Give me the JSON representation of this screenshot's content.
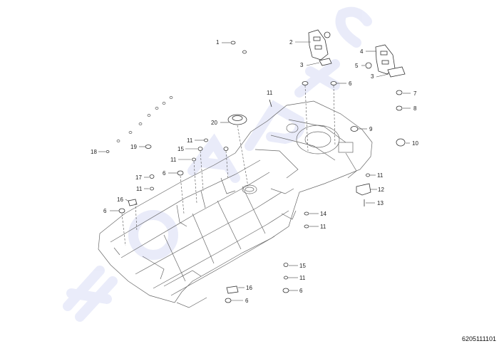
{
  "diagram": {
    "part_code": "6205111101",
    "watermark_icon": "brand-watermark-logo",
    "callouts": [
      {
        "id": "c1",
        "label": "1"
      },
      {
        "id": "c2",
        "label": "2"
      },
      {
        "id": "c3a",
        "label": "3"
      },
      {
        "id": "c4",
        "label": "4"
      },
      {
        "id": "c5",
        "label": "5"
      },
      {
        "id": "c3b",
        "label": "3"
      },
      {
        "id": "c6a",
        "label": "6"
      },
      {
        "id": "c7",
        "label": "7"
      },
      {
        "id": "c8",
        "label": "8"
      },
      {
        "id": "c11a",
        "label": "11"
      },
      {
        "id": "c9",
        "label": "9"
      },
      {
        "id": "c20",
        "label": "20"
      },
      {
        "id": "c10",
        "label": "10"
      },
      {
        "id": "c11b",
        "label": "11"
      },
      {
        "id": "c15a",
        "label": "15"
      },
      {
        "id": "c19",
        "label": "19"
      },
      {
        "id": "c18",
        "label": "18"
      },
      {
        "id": "c11c",
        "label": "11"
      },
      {
        "id": "c6b",
        "label": "6"
      },
      {
        "id": "c17",
        "label": "17"
      },
      {
        "id": "c11d",
        "label": "11"
      },
      {
        "id": "c12",
        "label": "12"
      },
      {
        "id": "c16a",
        "label": "16"
      },
      {
        "id": "c13",
        "label": "13"
      },
      {
        "id": "c6c",
        "label": "6"
      },
      {
        "id": "c14",
        "label": "14"
      },
      {
        "id": "c11e",
        "label": "11"
      },
      {
        "id": "c11f",
        "label": "11"
      },
      {
        "id": "c15b",
        "label": "15"
      },
      {
        "id": "c11g",
        "label": "11"
      },
      {
        "id": "c16b",
        "label": "16"
      },
      {
        "id": "c6d",
        "label": "6"
      },
      {
        "id": "c6e",
        "label": "6"
      }
    ]
  }
}
